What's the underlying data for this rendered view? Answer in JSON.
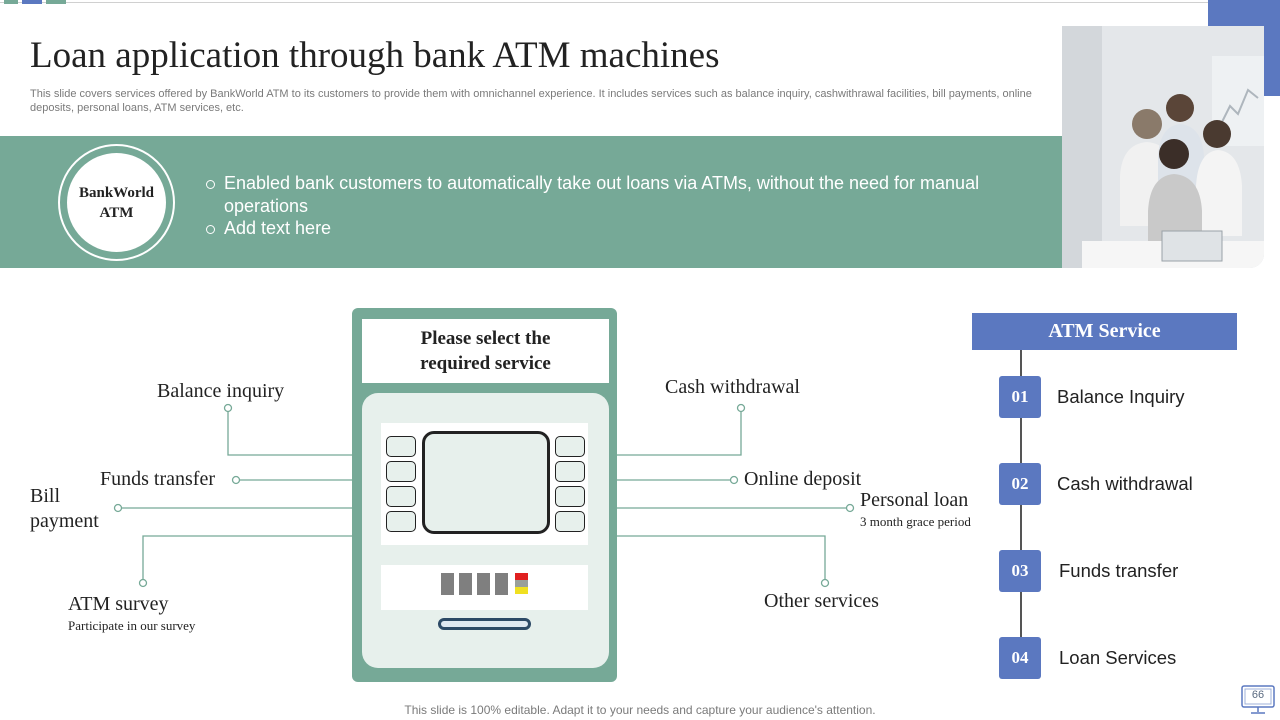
{
  "slide": {
    "title": "Loan application through bank ATM machines",
    "subtitle": "This slide covers services offered by BankWorld ATM  to its customers to provide them with omnichannel experience. It includes services such as balance inquiry, cashwithrawal facilities, bill payments, online deposits, personal loans, ATM  services, etc.",
    "footer": "This slide is 100% editable. Adapt it to your needs and capture your audience's attention.",
    "page_number": "66"
  },
  "banner": {
    "badge": "BankWorld ATM",
    "bullets": [
      "Enabled bank customers to automatically take out loans via ATMs, without the need for manual operations",
      "Add text here"
    ]
  },
  "atm": {
    "header": "Please select the required  service"
  },
  "labels": {
    "balance_inquiry": "Balance  inquiry",
    "funds_transfer": "Funds transfer",
    "bill_payment": "Bill payment",
    "atm_survey": "ATM survey",
    "atm_survey_sub": "Participate in our survey",
    "cash_withdrawal": "Cash  withdrawal",
    "online_deposit": "Online deposit",
    "personal_loan": "Personal loan",
    "personal_loan_sub": "3 month grace period",
    "other_services": "Other services"
  },
  "services": {
    "header": "ATM Service",
    "items": [
      {
        "num": "01",
        "label": "Balance Inquiry"
      },
      {
        "num": "02",
        "label": "Cash withdrawal"
      },
      {
        "num": "03",
        "label": "Funds transfer"
      },
      {
        "num": "04",
        "label": "Loan Services"
      }
    ]
  },
  "colors": {
    "accent_blue": "#5b78c0",
    "accent_green": "#76a997",
    "light_green": "#e7f0ec"
  }
}
